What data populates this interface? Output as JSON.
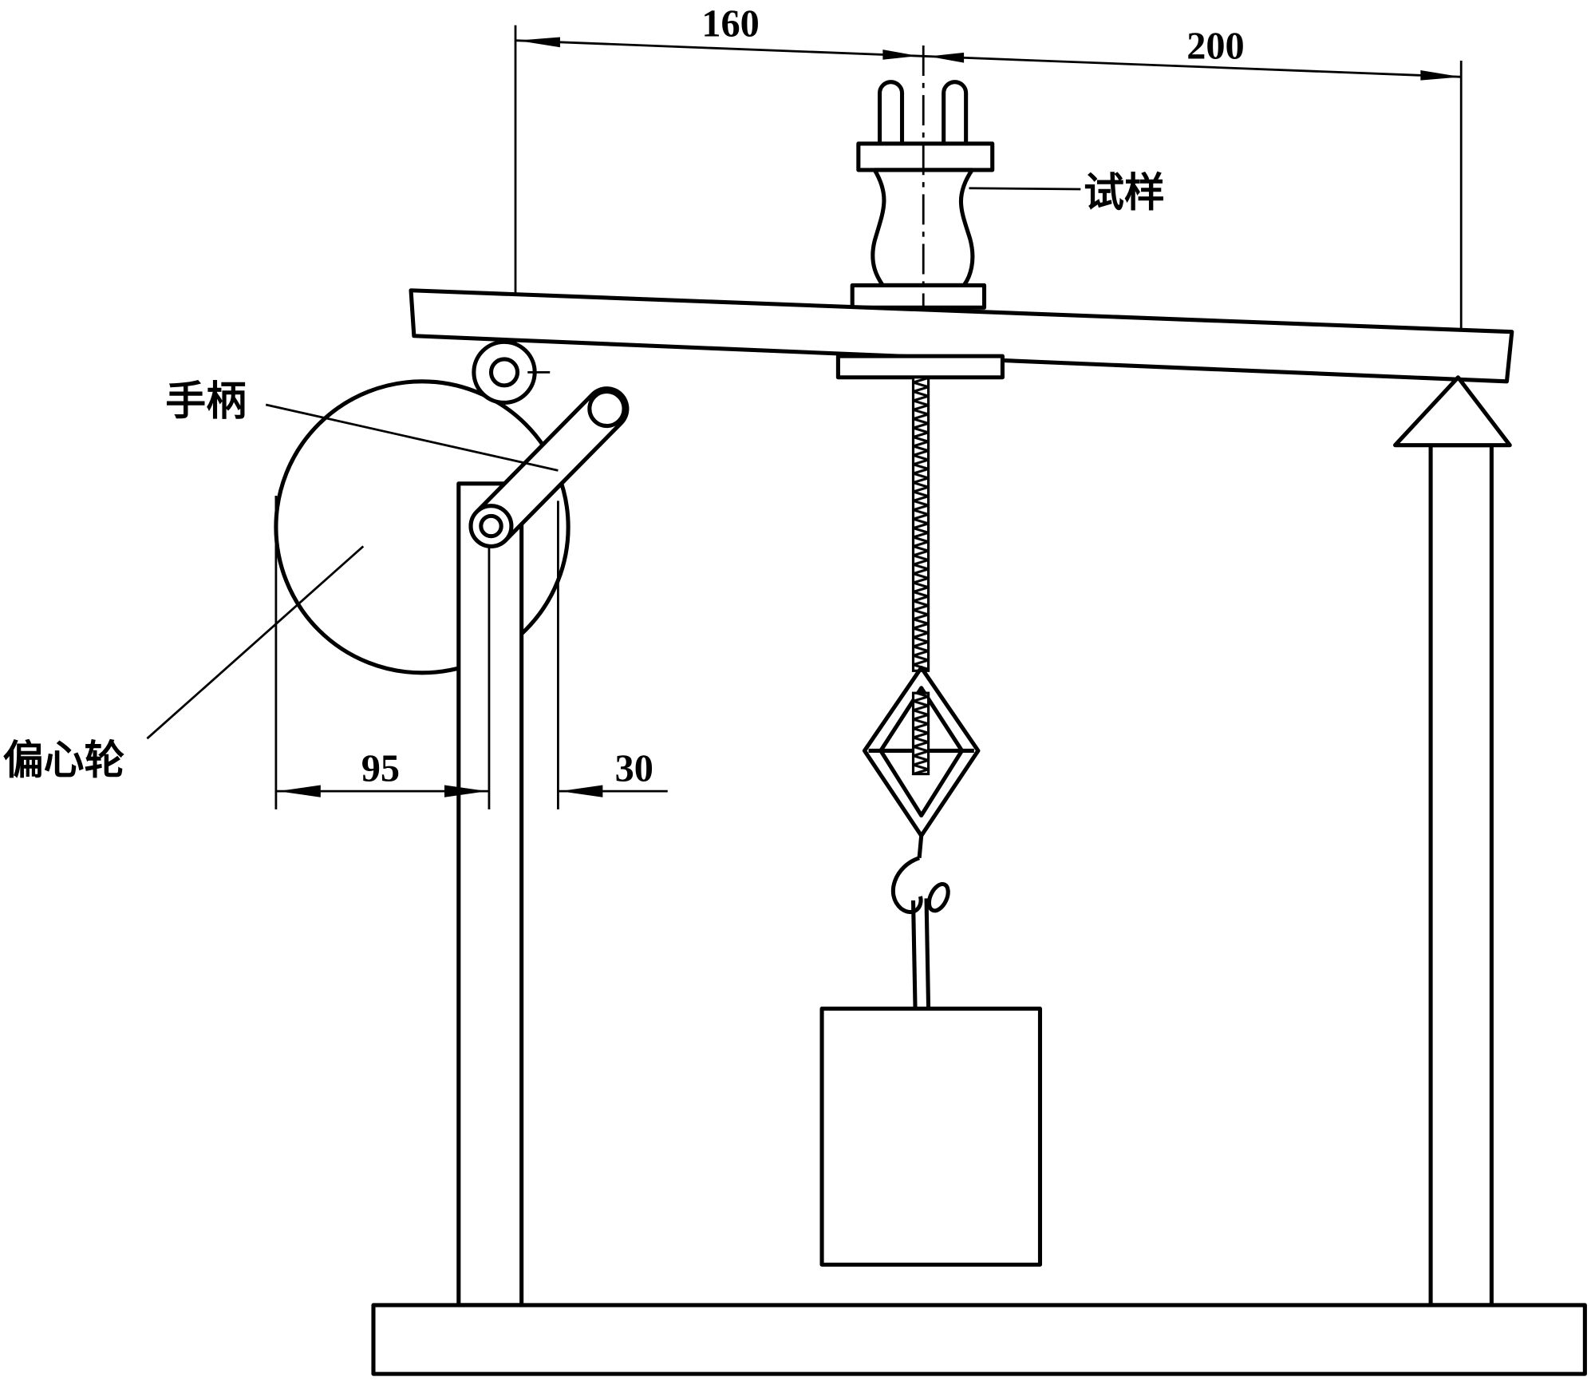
{
  "dimensions": {
    "left_span": "160",
    "right_span": "200",
    "wheel_offset": "95",
    "handle_offset": "30"
  },
  "labels": {
    "specimen": "试样",
    "handle": "手柄",
    "eccentric_wheel": "偏心轮"
  }
}
